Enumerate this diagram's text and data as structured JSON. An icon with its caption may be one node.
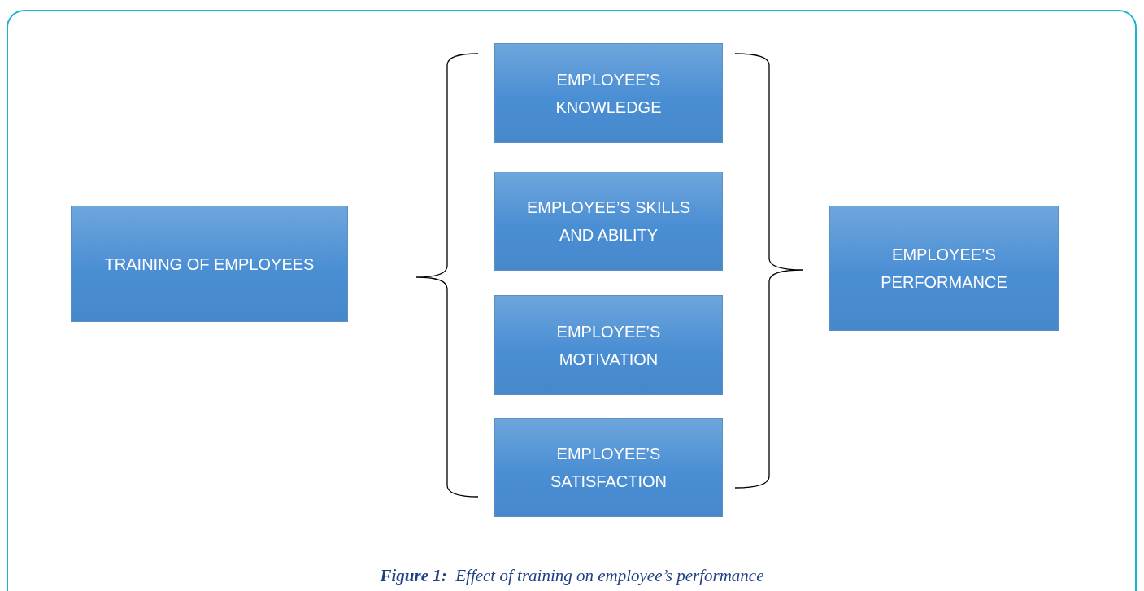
{
  "diagram": {
    "caption": "**Figure 1:**  Effect of training on employee’s performance",
    "nodes": [
      {
        "text": [
          "TRAINING OF EMPLOYEES"
        ]
      },
      {
        "text": [
          "EMPLOYEE’S KNOWLEDGE"
        ]
      },
      {
        "text": [
          "EMPLOYEE’S SKILLS AND ABILITY"
        ]
      },
      {
        "text": [
          "EMPLOYEE’S MOTIVATION"
        ]
      },
      {
        "text": [
          "EMPLOYEE’S SATISFACTION"
        ]
      },
      {
        "text": [
          "EMPLOYEE’S PERFORMANCE"
        ]
      }
    ]
  }
}
